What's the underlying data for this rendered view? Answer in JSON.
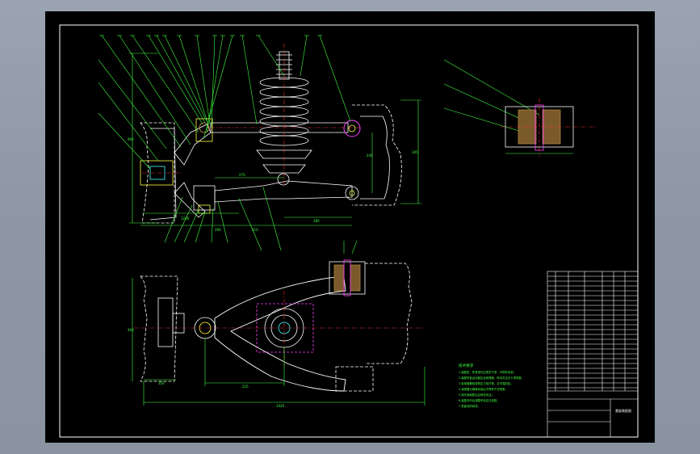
{
  "drawing": {
    "title_block_name": "悬架装配图",
    "tech_req_title": "技术要求",
    "tech_requirements": [
      "1.装配前，所有零件应清洗干净，不得有毛刺。",
      "2.装配时各运动副应涂润滑脂，转动灵活无卡滞现象。",
      "3.各紧固螺栓按规定力矩拧紧，并可靠防松。",
      "4.减振器与弹簧安装后不得有干涉现象。",
      "5.球头销装配后应转动灵活。",
      "6.装配完毕后调整车轮定位参数。",
      "7.表面涂防锈漆。"
    ],
    "dims": {
      "top_900": "900",
      "top_270": "270",
      "top_310": "310",
      "top_280": "280",
      "top_240": "240",
      "top_290": "290",
      "top_1200": "1200",
      "top_right": "345",
      "bottom_350": "350",
      "bottom_225": "225",
      "bottom_1020": "1020",
      "bottom_left_v": "400"
    },
    "colors": {
      "sheet": "#000000",
      "frame": "#ffffff",
      "leader": "#40ff40",
      "part": "#ffffff",
      "center": "#ff3030",
      "section": "#b08040",
      "magenta": "#ff40ff",
      "cyan": "#40ffff",
      "yellow": "#ffff40"
    }
  }
}
